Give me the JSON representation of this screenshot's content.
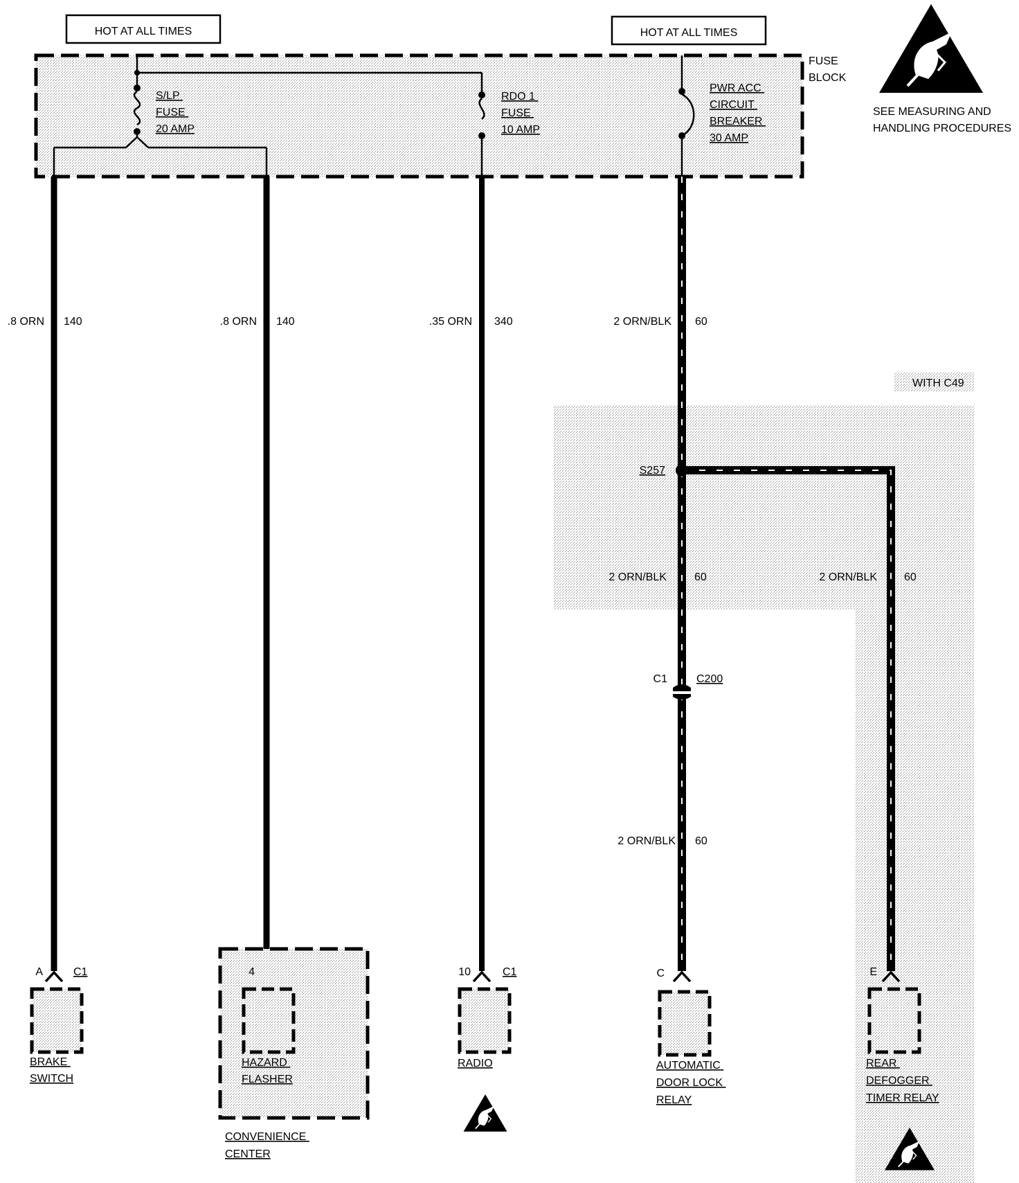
{
  "supply_labels": [
    "HOT AT ALL TIMES",
    "HOT AT ALL TIMES"
  ],
  "fuse_block": {
    "label": [
      "FUSE",
      "BLOCK"
    ]
  },
  "fuses": [
    {
      "lines": [
        "S/LP",
        "FUSE",
        "20 AMP"
      ]
    },
    {
      "lines": [
        "RDO 1",
        "FUSE",
        "10 AMP"
      ]
    },
    {
      "lines": [
        "PWR ACC",
        "CIRCUIT",
        "BREAKER",
        "30 AMP"
      ]
    }
  ],
  "esd_notice": [
    "SEE MEASURING AND",
    "HANDLING PROCEDURES"
  ],
  "option_box": "WITH C49",
  "splice": "S257",
  "connector_c200": {
    "left": "C1",
    "right": "C200"
  },
  "wire_labels": [
    {
      "gauge": ".8 ORN",
      "circuit": "140"
    },
    {
      "gauge": ".8 ORN",
      "circuit": "140"
    },
    {
      "gauge": ".35 ORN",
      "circuit": "340"
    },
    {
      "gauge": "2 ORN/BLK",
      "circuit": "60"
    },
    {
      "gauge": "2 ORN/BLK",
      "circuit": "60"
    },
    {
      "gauge": "2 ORN/BLK",
      "circuit": "60"
    },
    {
      "gauge": "2 ORN/BLK",
      "circuit": "60"
    }
  ],
  "terminals": [
    {
      "pin": "A",
      "conn": "C1"
    },
    {
      "pin": "4",
      "conn": ""
    },
    {
      "pin": "10",
      "conn": "C1"
    },
    {
      "pin": "C",
      "conn": ""
    },
    {
      "pin": "E",
      "conn": ""
    }
  ],
  "components": [
    {
      "lines": [
        "BRAKE",
        "SWITCH"
      ]
    },
    {
      "lines": [
        "HAZARD",
        "FLASHER"
      ]
    },
    {
      "lines": [
        "RADIO"
      ]
    },
    {
      "lines": [
        "AUTOMATIC",
        "DOOR LOCK",
        "RELAY"
      ]
    },
    {
      "lines": [
        "REAR",
        "DEFOGGER",
        "TIMER RELAY"
      ]
    }
  ],
  "convenience_center": [
    "CONVENIENCE",
    "CENTER"
  ]
}
